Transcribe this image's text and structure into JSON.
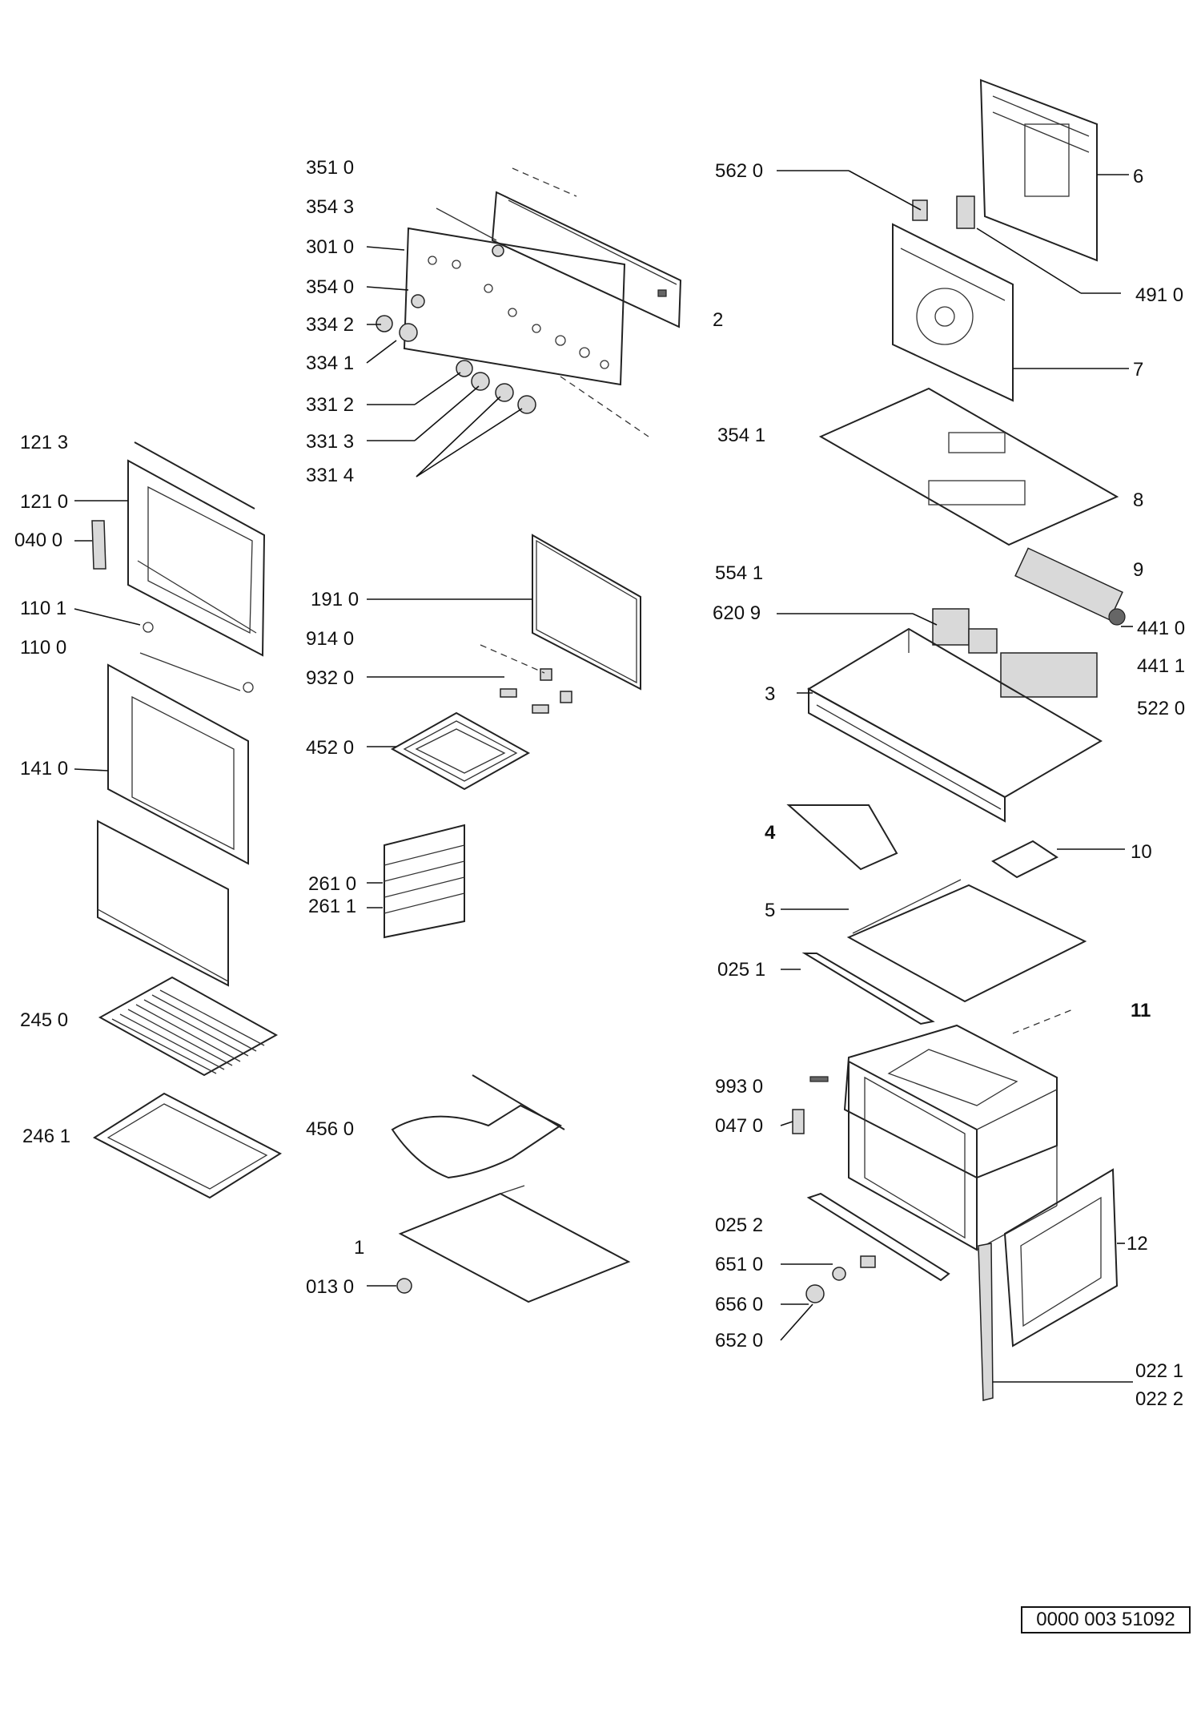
{
  "labels": {
    "l_3510": "351 0",
    "l_3543": "354 3",
    "l_3010": "301 0",
    "l_3540": "354 0",
    "l_3342": "334 2",
    "l_3341": "334 1",
    "l_3312": "331 2",
    "l_3313": "331 3",
    "l_3314": "331 4",
    "l_2": "2",
    "l_1213": "121 3",
    "l_1210": "121 0",
    "l_0400": "040 0",
    "l_1101": "110 1",
    "l_1100": "110 0",
    "l_1410": "141 0",
    "l_2450": "245 0",
    "l_2461": "246 1",
    "l_1910": "191 0",
    "l_9140": "914 0",
    "l_9320": "932 0",
    "l_4520": "452 0",
    "l_2610": "261 0",
    "l_2611": "261 1",
    "l_4560": "456 0",
    "l_1": "1",
    "l_0130": "013 0",
    "l_5620": "562 0",
    "l_6": "6",
    "l_4910": "491 0",
    "l_7": "7",
    "l_3541": "354 1",
    "l_8": "8",
    "l_9": "9",
    "l_5541": "554 1",
    "l_6209": "620 9",
    "l_4410": "441 0",
    "l_4411": "441 1",
    "l_3": "3",
    "l_5220": "522 0",
    "l_4": "4",
    "l_10": "10",
    "l_5": "5",
    "l_0251": "025 1",
    "l_11": "11",
    "l_9930": "993 0",
    "l_0470": "047 0",
    "l_0252": "025 2",
    "l_6510": "651 0",
    "l_6560": "656 0",
    "l_6520": "652 0",
    "l_12": "12",
    "l_0221": "022 1",
    "l_0222": "022 2"
  },
  "footer_code": "0000 003 51092"
}
